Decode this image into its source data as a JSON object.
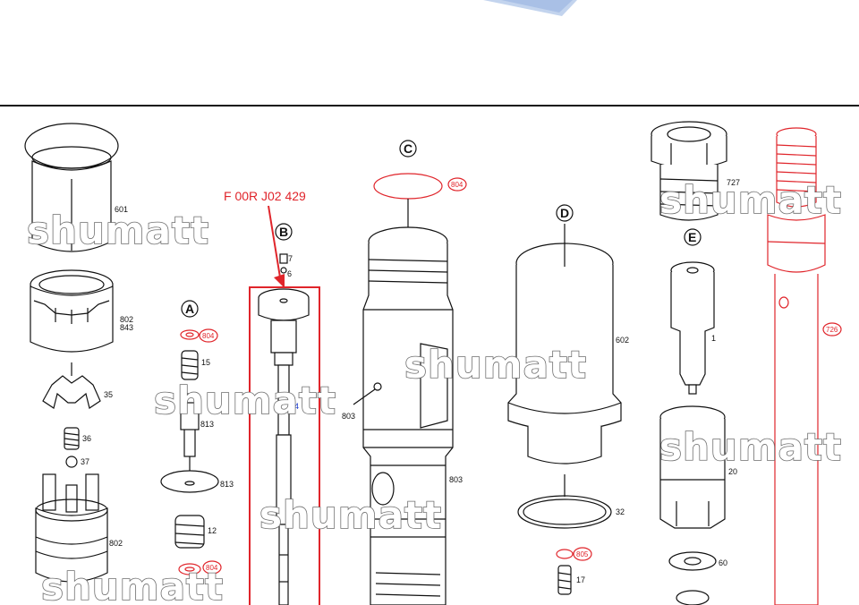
{
  "part_number_label": "F 00R J02 429",
  "callouts": [
    "A",
    "B",
    "C",
    "D",
    "E"
  ],
  "labels": {
    "l601": "601",
    "l802a": "802",
    "l843": "843",
    "l35": "35",
    "l36": "36",
    "l37": "37",
    "l802b": "802",
    "l804a": "804",
    "l15": "15",
    "l813a": "813",
    "l813b": "813",
    "l12": "12",
    "l804b": "804",
    "l7": "7",
    "l6": "6",
    "l4": "4",
    "l804c": "804",
    "l803a": "803",
    "l803b": "803",
    "l602": "602",
    "l32": "32",
    "l805": "805",
    "l17": "17",
    "l727": "727",
    "l1": "1",
    "l20": "20",
    "l60": "60",
    "l726": "726"
  },
  "watermark": "shumatt",
  "colors": {
    "highlight": "#e0252b",
    "line": "#111111",
    "watermark_stroke": "#6e6e6e",
    "accent_blue": "#b9cdea"
  }
}
